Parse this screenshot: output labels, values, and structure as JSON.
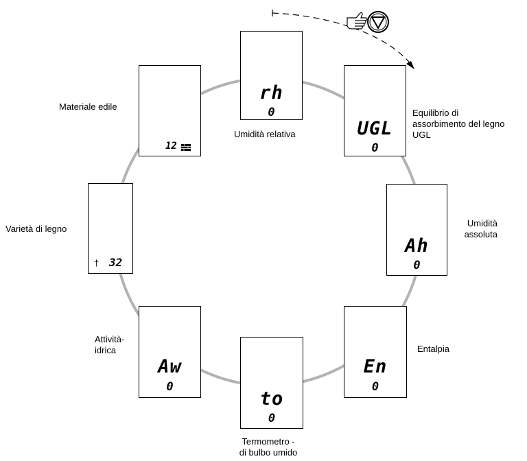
{
  "nav": {
    "button_icon": "down-triangle-circle-icon",
    "hand_icon": "pointing-hand-icon"
  },
  "modes": [
    {
      "id": "rh",
      "display": "rh",
      "value": "0",
      "label": "Umidità relativa"
    },
    {
      "id": "ugl",
      "display": "UGL",
      "value": "0",
      "label": "Equilibrio di assorbimento del legno UGL"
    },
    {
      "id": "ah",
      "display": "Ah",
      "value": "0",
      "label": "Umidità assoluta"
    },
    {
      "id": "en",
      "display": "En",
      "value": "0",
      "label": "Entalpia"
    },
    {
      "id": "to",
      "display": "to",
      "value": "0",
      "label": "Termometro - di bulbo umido"
    },
    {
      "id": "aw",
      "display": "Aw",
      "value": "0",
      "label": "Attività idrica"
    },
    {
      "id": "wood",
      "display": "",
      "value": "32",
      "label": "Varietà di legno",
      "icon": "tree-icon"
    },
    {
      "id": "mat",
      "display": "",
      "value": "12",
      "label": "Materiale edile",
      "icon": "brick-icon"
    }
  ],
  "label_lines": {
    "rh": [
      "Umidità relativa"
    ],
    "ugl": [
      "Equilibrio di",
      "assorbimento del legno",
      "UGL"
    ],
    "ah": [
      "Umidità",
      "assoluta"
    ],
    "en": [
      "Entalpia"
    ],
    "to": [
      "Termometro -",
      "di bulbo umido"
    ],
    "aw": [
      "Attività-",
      "idrica"
    ],
    "wood": [
      "Varietà di legno"
    ],
    "mat": [
      "Materiale edile"
    ]
  },
  "colors": {
    "ring": "#b3b3b3",
    "stroke": "#000000"
  }
}
